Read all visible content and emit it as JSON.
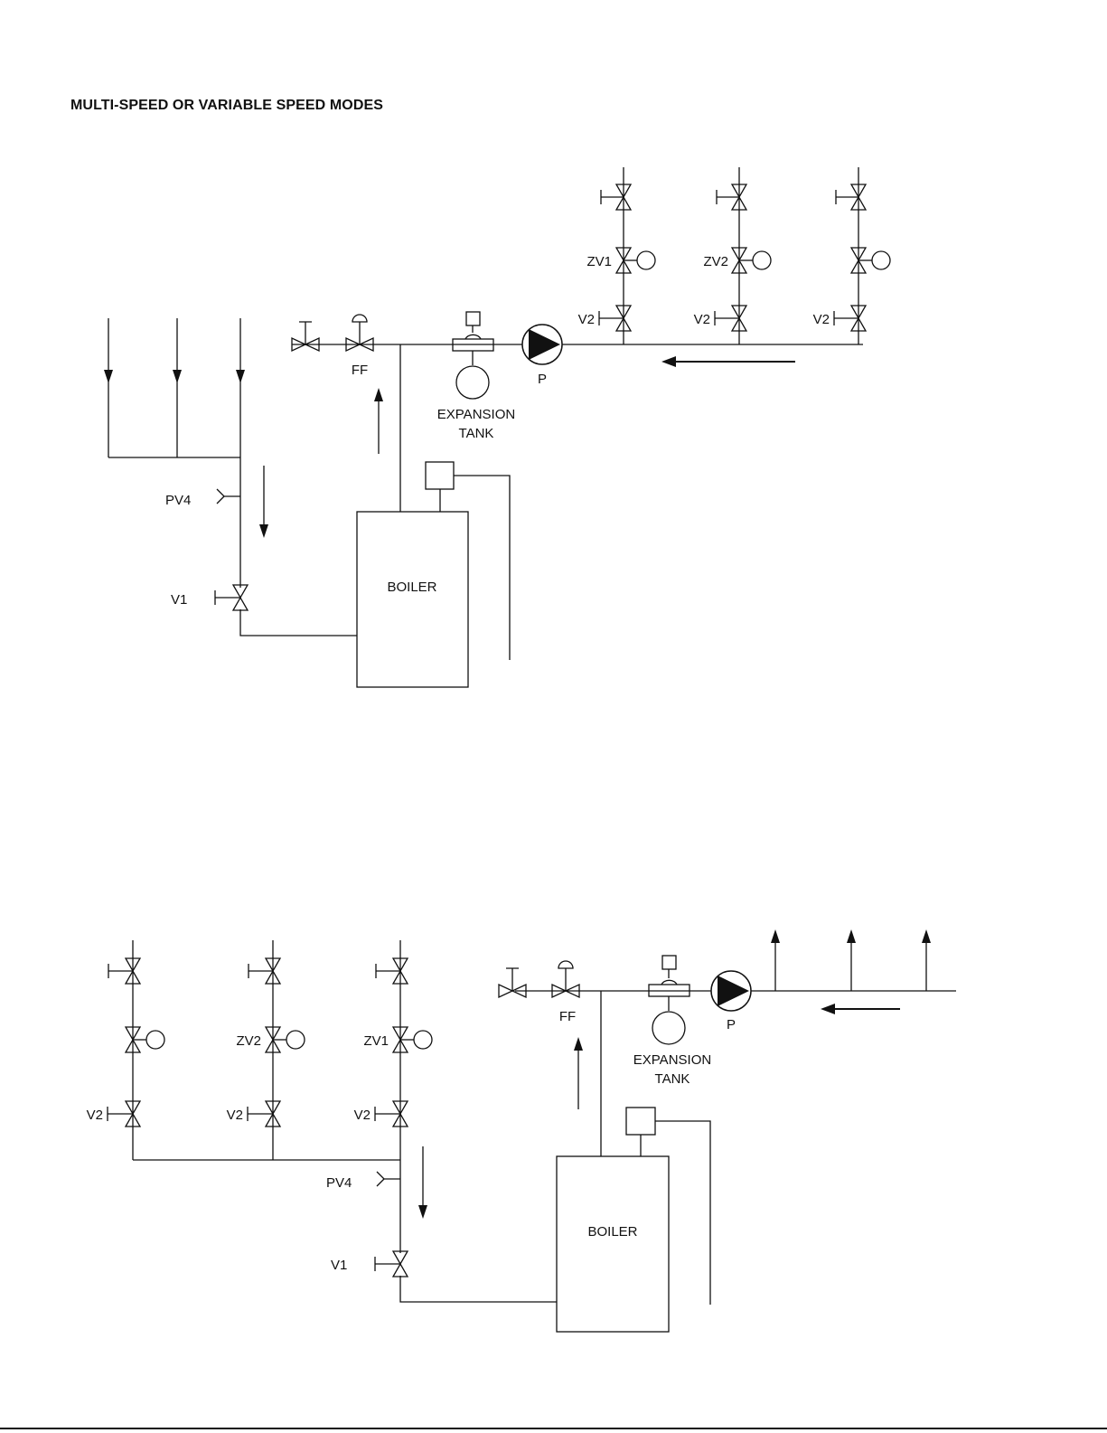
{
  "page": {
    "title": "MULTI-SPEED OR VARIABLE SPEED MODES"
  },
  "colors": {
    "ink": "#111111",
    "background": "#ffffff"
  },
  "diagram_top": {
    "zone_valves": [
      "ZV1",
      "ZV2",
      ""
    ],
    "isolation_valves": [
      "V2",
      "V2",
      "V2"
    ],
    "fill_valve": "FF",
    "tank": {
      "line1": "EXPANSION",
      "line2": "TANK"
    },
    "pump": "P",
    "purge_valve": "PV4",
    "valve_v1": "V1",
    "boiler": "BOILER"
  },
  "diagram_bottom": {
    "zone_valves": [
      "",
      "ZV2",
      "ZV1"
    ],
    "isolation_valves": [
      "V2",
      "V2",
      "V2"
    ],
    "fill_valve": "FF",
    "tank": {
      "line1": "EXPANSION",
      "line2": "TANK"
    },
    "pump": "P",
    "purge_valve": "PV4",
    "valve_v1": "V1",
    "boiler": "BOILER"
  }
}
